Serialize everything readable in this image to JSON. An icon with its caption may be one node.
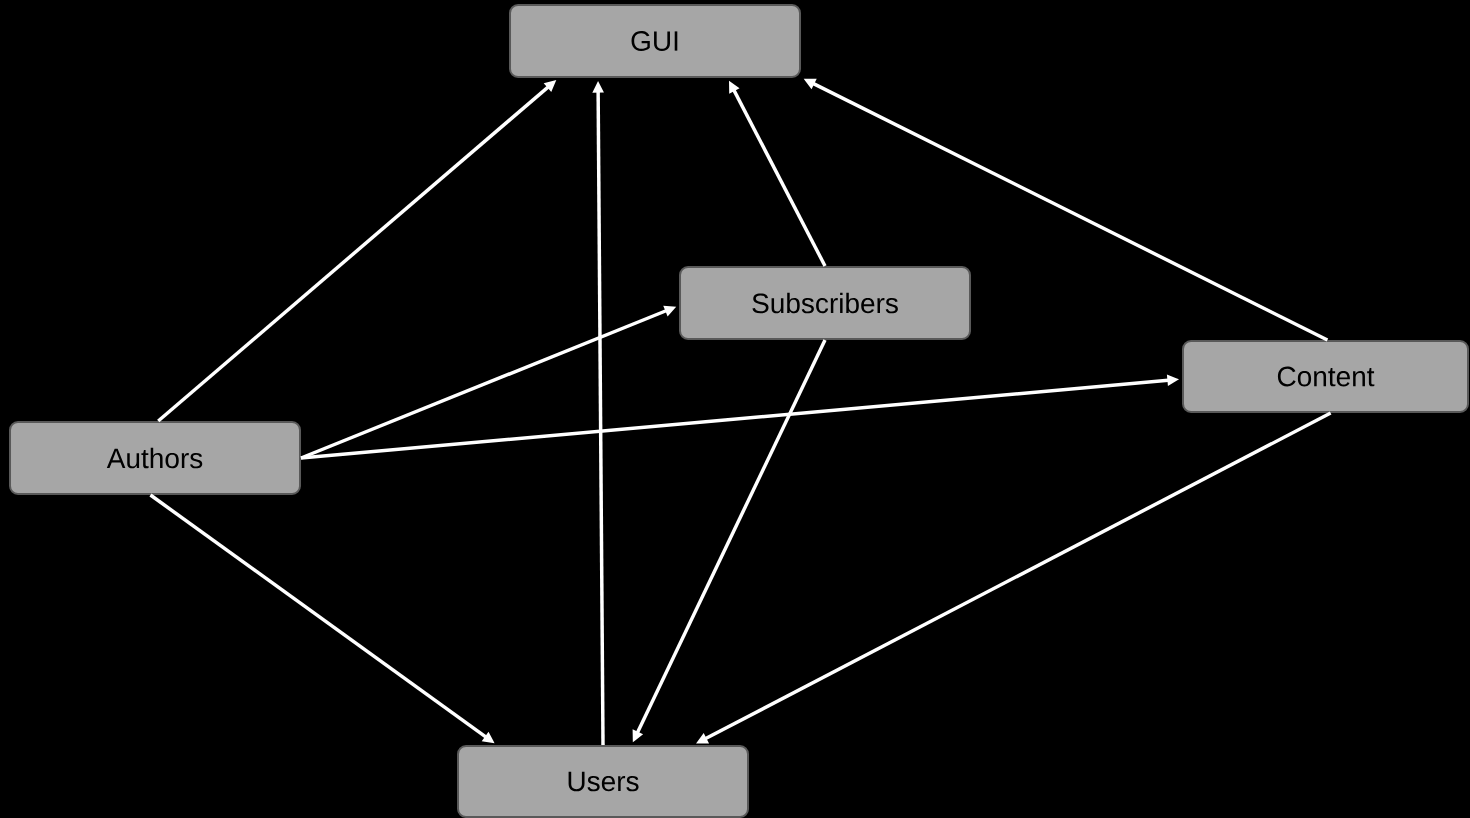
{
  "diagram": {
    "nodes": [
      {
        "text": [
          "GUI"
        ]
      },
      {
        "text": [
          "Subscribers"
        ]
      },
      {
        "text": [
          "Content"
        ]
      },
      {
        "text": [
          "Authors"
        ]
      },
      {
        "text": [
          "Users"
        ]
      }
    ],
    "edges": [
      {
        "from": 3,
        "to": 0,
        "arrow": "to"
      },
      {
        "from": 4,
        "to": 0,
        "arrow": "to"
      },
      {
        "from": 1,
        "to": 0,
        "arrow": "to"
      },
      {
        "from": 2,
        "to": 0,
        "arrow": "to"
      },
      {
        "from": 3,
        "to": 1,
        "arrow": "to"
      },
      {
        "from": 3,
        "to": 2,
        "arrow": "to"
      },
      {
        "from": 3,
        "to": 4,
        "arrow": "to"
      },
      {
        "from": 1,
        "to": 4,
        "arrow": "to"
      },
      {
        "from": 2,
        "to": 4,
        "arrow": "to"
      }
    ]
  }
}
